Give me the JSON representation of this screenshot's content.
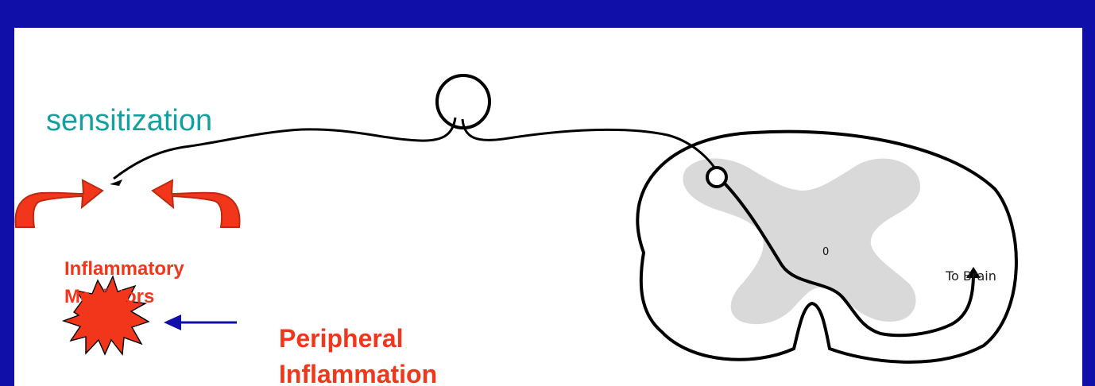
{
  "slide": {
    "title": "sensitization"
  },
  "labels": {
    "mediators_line1": "Inflammatory",
    "mediators_line2": "Mediators",
    "inflammation_line1": "Peripheral",
    "inflammation_line2": "Inflammation",
    "center_mark": "0",
    "to_brain": "To Brain"
  },
  "colors": {
    "frame": "#1010a8",
    "title": "#14a0a0",
    "emphasis": "#f2361c",
    "gray_matter": "#d9d9d9",
    "nerve": "#000000",
    "pointer_arrow": "#1010a8"
  },
  "icons": {
    "mediator_arrows": "curved-arrow-icon",
    "inflammation_burst": "starburst-icon",
    "pointer": "left-arrow-icon"
  }
}
